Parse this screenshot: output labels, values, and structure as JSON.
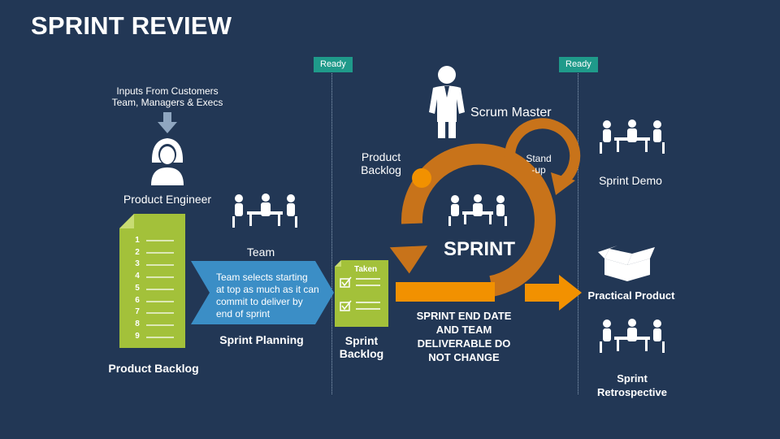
{
  "title": "SPRINT REVIEW",
  "ready_left": "Ready",
  "ready_right": "Ready",
  "inputs_line1": "Inputs From Customers",
  "inputs_line2": "Team, Managers & Execs",
  "product_engineer": "Product Engineer",
  "team": "Team",
  "backlog_numbers": [
    "1",
    "2",
    "3",
    "4",
    "5",
    "6",
    "7",
    "8",
    "9"
  ],
  "product_backlog_label": "Product Backlog",
  "team_selects": [
    "Team selects starting",
    "at top as much as it can",
    "commit to deliver by",
    "end of sprint"
  ],
  "sprint_planning": "Sprint Planning",
  "taken": "Taken",
  "sprint_backlog": [
    "Sprint",
    "Backlog"
  ],
  "product_backlog_cycle": [
    "Product",
    "Backlog"
  ],
  "scrum_master": "Scrum Master",
  "standup": [
    "Stand",
    "-up"
  ],
  "sprint": "SPRINT",
  "sprint_end": [
    "SPRINT END DATE",
    "AND TEAM",
    "DELIVERABLE DO",
    "NOT CHANGE"
  ],
  "sprint_demo": "Sprint Demo",
  "practical_product": "Practical Product",
  "sprint_retrospective": [
    "Sprint",
    "Retrospective"
  ],
  "colors": {
    "background": "#223755",
    "green": "#a3c13a",
    "blue": "#3b8ec6",
    "orange": "#f29100",
    "cycle_orange": "#c8731a",
    "teal": "#1f9a8a"
  }
}
